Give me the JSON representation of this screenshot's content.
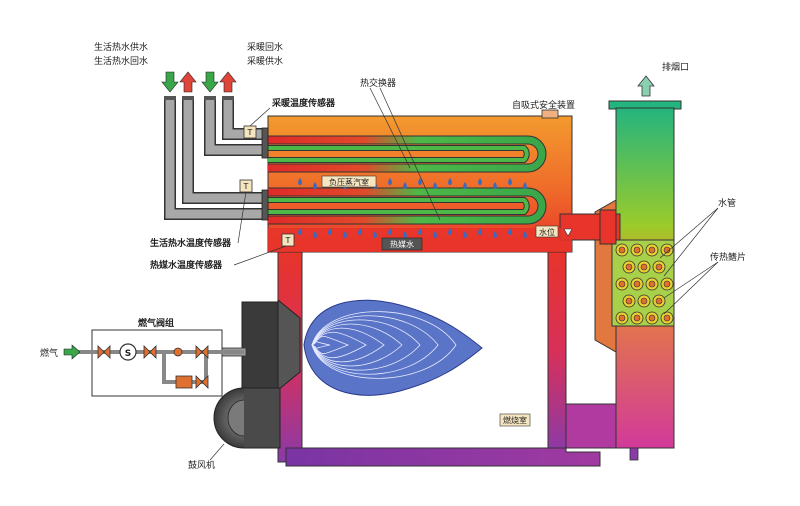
{
  "labels": {
    "life_hot_supply": "生活热水供水",
    "life_hot_return": "生活热水回水",
    "heating_return": "采暖回水",
    "heating_supply": "采暖供水",
    "heating_temp_sensor": "采暖温度传感器",
    "heat_exchanger": "热交换器",
    "self_priming_safety": "自吸式安全装置",
    "exhaust_outlet": "排烟口",
    "negative_pressure_steam_chamber": "负压蒸汽室",
    "water_level": "水位",
    "heat_medium_water": "热媒水",
    "water_tube": "水管",
    "heat_fins": "传热鳍片",
    "life_hot_temp_sensor": "生活热水温度传感器",
    "heat_medium_temp_sensor": "热媒水温度传感器",
    "gas_valve_group": "燃气阀组",
    "gas": "燃气",
    "combustion_chamber": "燃烧室",
    "blower": "鼓风机",
    "sensor_mark": "T",
    "valve_s": "S"
  },
  "colors": {
    "boiler_top": "#f39a2e",
    "boiler_hot": "#e8342a",
    "chimney_top": "#24b47e",
    "chimney_mid": "#c8d21c",
    "chimney_bottom": "#d23a9a",
    "purple": "#7a34a4",
    "pipe_gray": "#8c8c8c",
    "coil_green": "#4db847",
    "coil_red": "#e02a2a",
    "arrow_red": "#e0453a",
    "arrow_green": "#3aa64a",
    "flame_blue": "#4f6fc0"
  }
}
